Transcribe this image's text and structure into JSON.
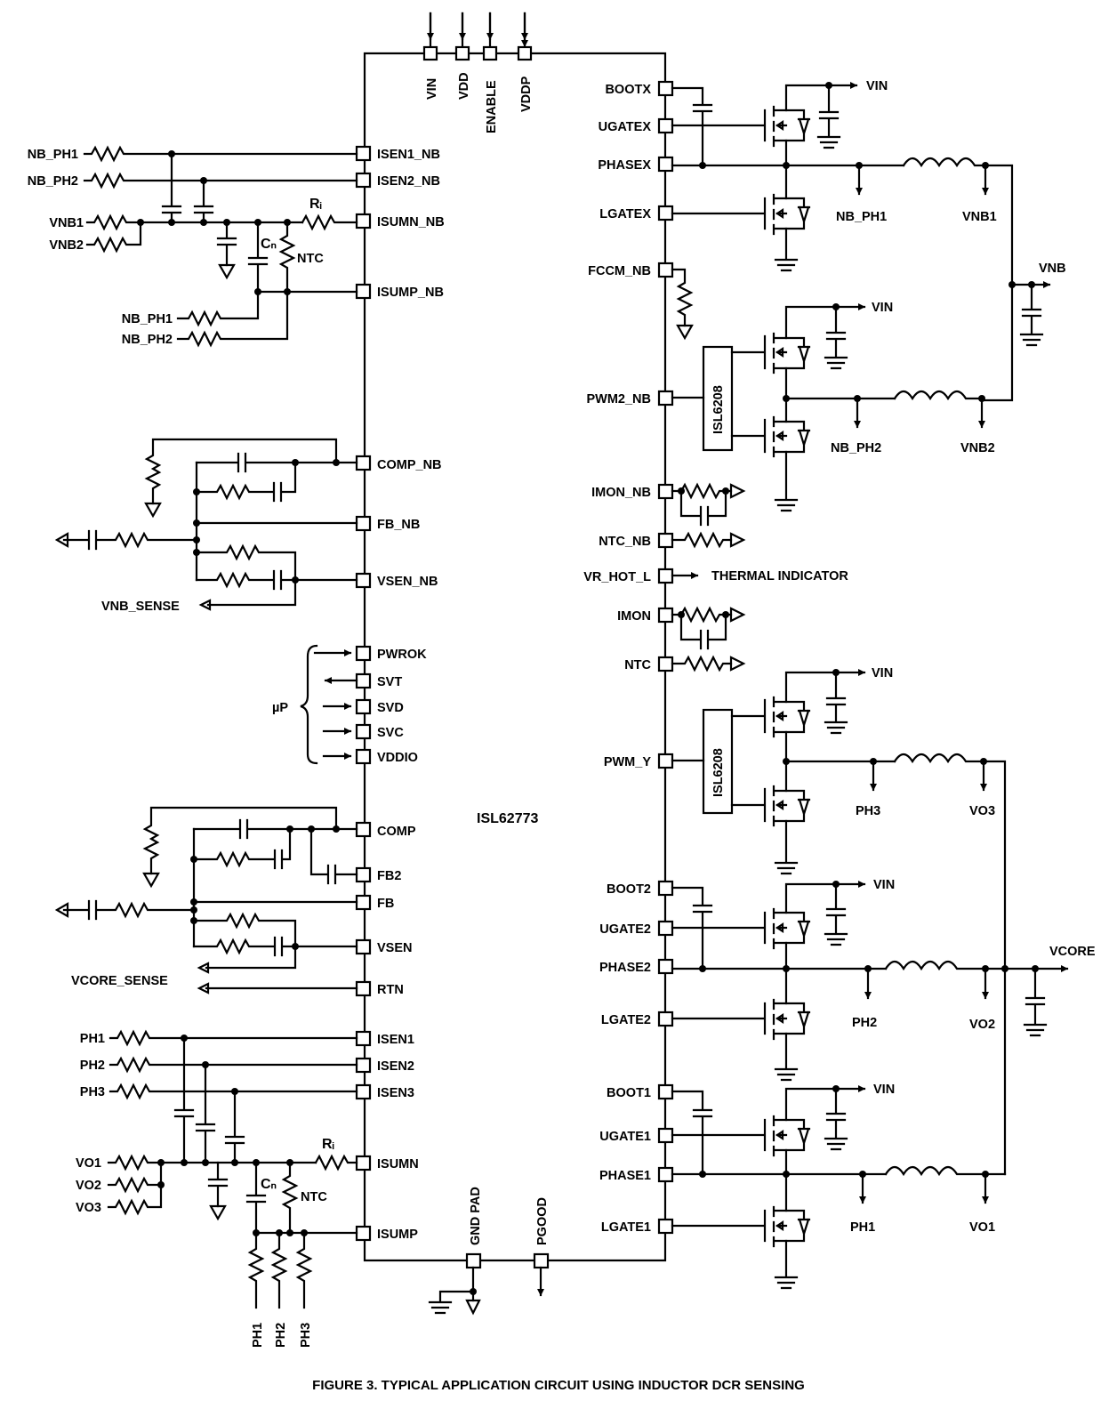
{
  "chip": {
    "name": "ISL62773",
    "top_pins": [
      "VIN",
      "VDD",
      "ENABLE",
      "VDDP"
    ],
    "left_pins": [
      "ISEN1_NB",
      "ISEN2_NB",
      "ISUMN_NB",
      "ISUMP_NB",
      "COMP_NB",
      "FB_NB",
      "VSEN_NB",
      "PWROK",
      "SVT",
      "SVD",
      "SVC",
      "VDDIO",
      "COMP",
      "FB2",
      "FB",
      "VSEN",
      "RTN",
      "ISEN1",
      "ISEN2",
      "ISEN3",
      "ISUMN",
      "ISUMP"
    ],
    "right_pins": [
      "BOOTX",
      "UGATEX",
      "PHASEX",
      "LGATEX",
      "FCCM_NB",
      "PWM2_NB",
      "IMON_NB",
      "NTC_NB",
      "VR_HOT_L",
      "IMON",
      "NTC",
      "PWM_Y",
      "BOOT2",
      "UGATE2",
      "PHASE2",
      "LGATE2",
      "BOOT1",
      "UGATE1",
      "PHASE1",
      "LGATE1"
    ],
    "bottom_pins": [
      "GND PAD",
      "PGOOD"
    ]
  },
  "drivers": {
    "upper": "ISL6208",
    "lower": "ISL6208"
  },
  "left_labels": {
    "nb_ph1": "NB_PH1",
    "nb_ph2": "NB_PH2",
    "vnb1": "VNB1",
    "vnb2": "VNB2",
    "nb_ph1_b": "NB_PH1",
    "nb_ph2_b": "NB_PH2",
    "ri_nb": "Rᵢ",
    "cn_nb": "Cₙ",
    "ntc_nb": "NTC",
    "vnb_sense": "VNB_SENSE",
    "up": "µP",
    "vcore_sense": "VCORE_SENSE",
    "ph1": "PH1",
    "ph2": "PH2",
    "ph3": "PH3",
    "vo1": "VO1",
    "vo2": "VO2",
    "vo3": "VO3",
    "ri": "Rᵢ",
    "cn": "Cₙ",
    "ntc": "NTC",
    "ph1_b": "PH1",
    "ph2_b": "PH2",
    "ph3_b": "PH3"
  },
  "right_labels": {
    "vin_1": "VIN",
    "nb_ph1": "NB_PH1",
    "vnb1": "VNB1",
    "vnb": "VNB",
    "vin_2": "VIN",
    "nb_ph2": "NB_PH2",
    "vnb2": "VNB2",
    "thermal": "THERMAL INDICATOR",
    "vin_3": "VIN",
    "ph3": "PH3",
    "vo3": "VO3",
    "vin_4": "VIN",
    "vcore": "VCORE",
    "ph2": "PH2",
    "vo2": "VO2",
    "vin_5": "VIN",
    "ph1": "PH1",
    "vo1": "VO1"
  },
  "caption": "FIGURE 3.  TYPICAL APPLICATION CIRCUIT USING INDUCTOR DCR SENSING"
}
